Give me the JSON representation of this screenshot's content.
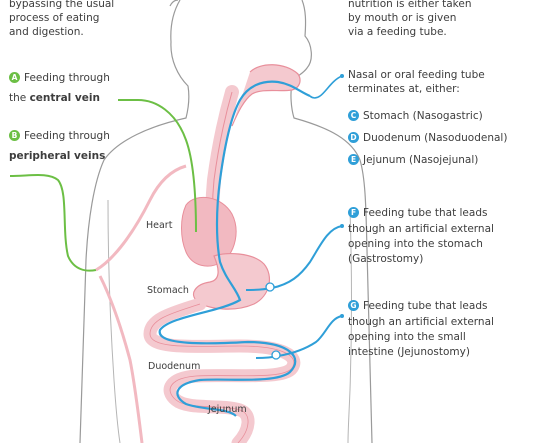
{
  "left_intro": [
    "bypassing the usual",
    "process of eating",
    "and digestion."
  ],
  "right_intro": [
    "nutrition is either taken",
    "by mouth or is given",
    "via a feeding tube."
  ],
  "item_a": {
    "badge": "A",
    "line1": "Feeding through",
    "line2_prefix": "the ",
    "line2_bold": "central vein"
  },
  "item_b": {
    "badge": "B",
    "line1": "Feeding through",
    "line2_bold": "peripheral veins"
  },
  "nasal": {
    "line1": "Nasal or oral feeding tube",
    "line2": "terminates at, either:"
  },
  "item_c": {
    "badge": "C",
    "text": "Stomach (Nasogastric)"
  },
  "item_d": {
    "badge": "D",
    "text": "Duodenum (Nasoduodenal)"
  },
  "item_e": {
    "badge": "E",
    "text": "Jejunum (Nasojejunal)"
  },
  "item_f": {
    "badge": "F",
    "line1": "Feeding tube that leads",
    "line2": "though an artificial external",
    "line3": "opening into the stomach",
    "line4": "(Gastrostomy)"
  },
  "item_g": {
    "badge": "G",
    "line1": "Feeding tube that leads",
    "line2": "though an artificial external",
    "line3": "opening into the small",
    "line4": "intestine (Jejunostomy)"
  },
  "organs": {
    "heart": "Heart",
    "stomach": "Stomach",
    "duodenum": "Duodenum",
    "jejunum": "Jejunum"
  },
  "colors": {
    "green": "#6cbf45",
    "blue": "#2f9fd8",
    "body_outline": "#9a9a9a",
    "tract": "#f4c9cf",
    "tract_line": "#e88f9b"
  }
}
